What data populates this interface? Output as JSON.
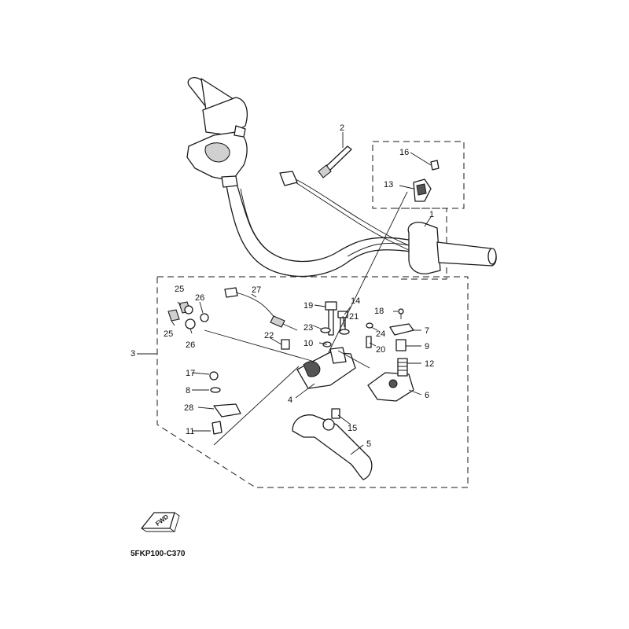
{
  "diagram": {
    "callouts": {
      "c1": "1",
      "c2": "2",
      "c3": "3",
      "c4": "4",
      "c5": "5",
      "c6": "6",
      "c7": "7",
      "c8": "8",
      "c9": "9",
      "c10": "10",
      "c11": "11",
      "c12": "12",
      "c13": "13",
      "c14": "14",
      "c15": "15",
      "c16": "16",
      "c17": "17",
      "c18": "18",
      "c19": "19",
      "c20": "20",
      "c21": "21",
      "c22": "22",
      "c23": "23",
      "c24": "24",
      "c25a": "25",
      "c25b": "25",
      "c26a": "26",
      "c26b": "26",
      "c27": "27",
      "c28": "28"
    },
    "drawing_code": "5FKP100-C370",
    "fwd_label": "FWD"
  }
}
